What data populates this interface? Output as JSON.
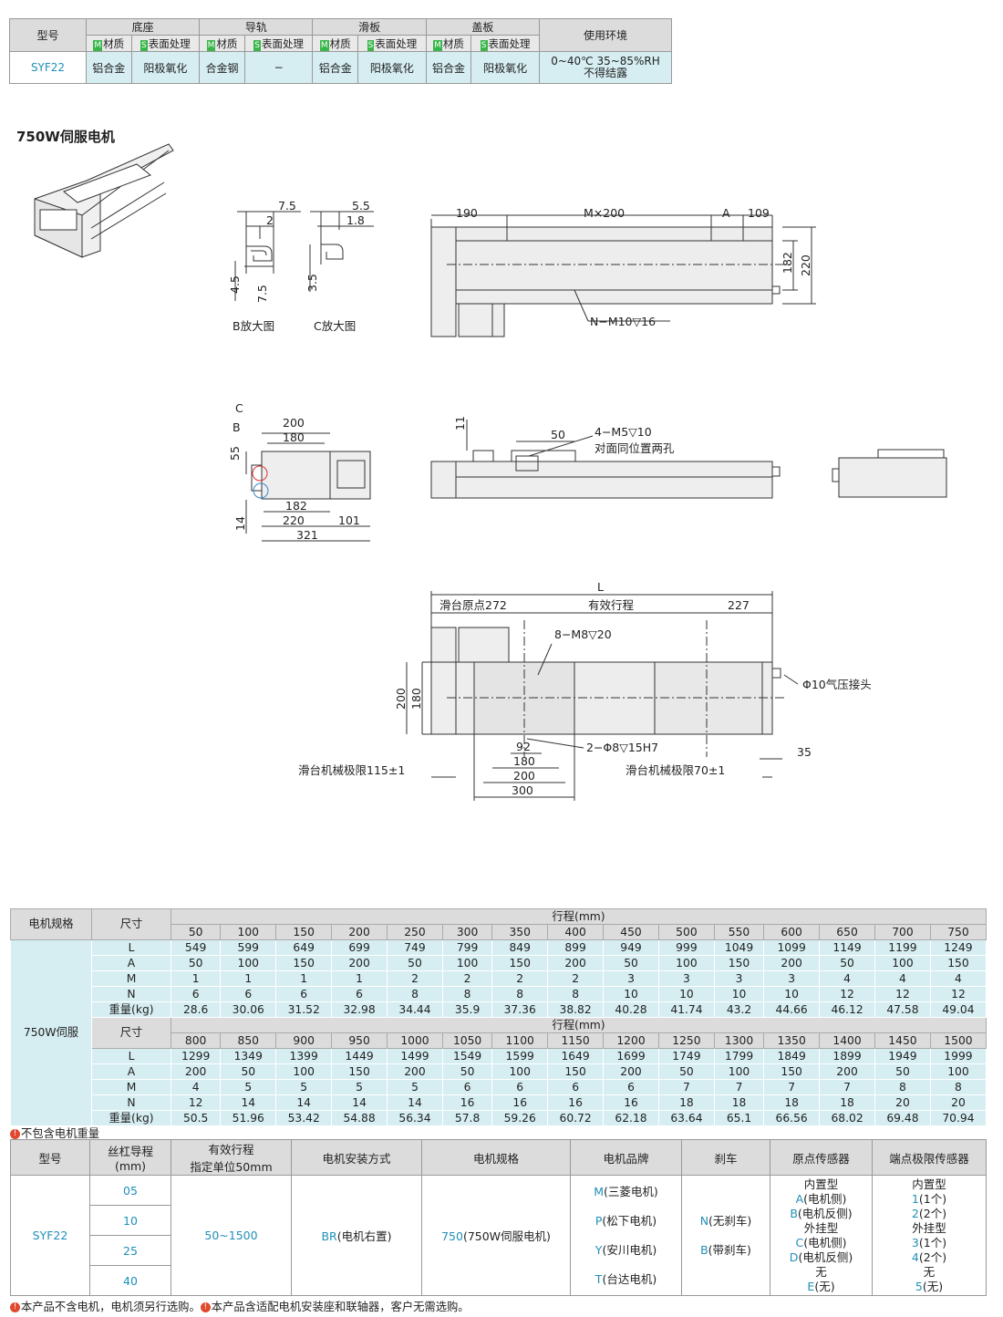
{
  "spec_table": {
    "headers": {
      "model": "型号",
      "base": "底座",
      "rail": "导轨",
      "slider": "滑板",
      "cover": "盖板",
      "env": "使用环境"
    },
    "sub": {
      "m_tag": "M",
      "s_tag": "S",
      "material": "材质",
      "surface": "表面处理"
    },
    "row": {
      "model": "SYF22",
      "base_m": "铝合金",
      "base_s": "阳极氧化",
      "rail_m": "合金钢",
      "rail_s": "−",
      "slider_m": "铝合金",
      "slider_s": "阳极氧化",
      "cover_m": "铝合金",
      "cover_s": "阳极氧化",
      "env_1": "0~40℃  35~85%RH",
      "env_2": "不得结露"
    }
  },
  "section_title": "750W伺服电机",
  "drawing": {
    "b_detail": {
      "d1": "7.5",
      "d2": "2",
      "d3": "4.5",
      "d4": "7.5",
      "caption": "B放大图"
    },
    "c_detail": {
      "d1": "5.5",
      "d2": "1.8",
      "d3": "3.5",
      "caption": "C放大图"
    },
    "top_view": {
      "d190": "190",
      "m200": "M×200",
      "a": "A",
      "d109": "109",
      "d182": "182",
      "d220": "220",
      "hole": "N−M10▽16"
    },
    "end_view": {
      "c": "C",
      "b": "B",
      "d200": "200",
      "d180": "180",
      "d55": "55",
      "d14": "14",
      "d182": "182",
      "d220": "220",
      "d101": "101",
      "d321": "321"
    },
    "side_view": {
      "d11": "11",
      "d50": "50",
      "holes": "4−M5▽10",
      "holes_note": "对面同位置两孔"
    },
    "plan_view": {
      "L": "L",
      "origin": "滑台原点272",
      "stroke": "有效行程",
      "d227": "227",
      "m8": "8−M8▽20",
      "d200": "200",
      "d180": "180",
      "air": "Φ10气压接头",
      "pin": "2−Φ8▽15H7",
      "d92": "92",
      "d180b": "180",
      "d200b": "200",
      "d300": "300",
      "d35": "35",
      "limit_left": "滑台机械极限115±1",
      "limit_right": "滑台机械极限70±1"
    }
  },
  "dim_table": {
    "motor_header": "电机规格",
    "size_header": "尺寸",
    "stroke_header": "行程(mm)",
    "motor": "750W伺服",
    "block1": {
      "strokes": [
        "50",
        "100",
        "150",
        "200",
        "250",
        "300",
        "350",
        "400",
        "450",
        "500",
        "550",
        "600",
        "650",
        "700",
        "750"
      ],
      "rows": [
        {
          "label": "L",
          "values": [
            "549",
            "599",
            "649",
            "699",
            "749",
            "799",
            "849",
            "899",
            "949",
            "999",
            "1049",
            "1099",
            "1149",
            "1199",
            "1249"
          ]
        },
        {
          "label": "A",
          "values": [
            "50",
            "100",
            "150",
            "200",
            "50",
            "100",
            "150",
            "200",
            "50",
            "100",
            "150",
            "200",
            "50",
            "100",
            "150"
          ]
        },
        {
          "label": "M",
          "values": [
            "1",
            "1",
            "1",
            "1",
            "2",
            "2",
            "2",
            "2",
            "3",
            "3",
            "3",
            "3",
            "4",
            "4",
            "4"
          ]
        },
        {
          "label": "N",
          "values": [
            "6",
            "6",
            "6",
            "6",
            "8",
            "8",
            "8",
            "8",
            "10",
            "10",
            "10",
            "10",
            "12",
            "12",
            "12"
          ]
        },
        {
          "label": "重量(kg)",
          "values": [
            "28.6",
            "30.06",
            "31.52",
            "32.98",
            "34.44",
            "35.9",
            "37.36",
            "38.82",
            "40.28",
            "41.74",
            "43.2",
            "44.66",
            "46.12",
            "47.58",
            "49.04"
          ]
        }
      ]
    },
    "block2": {
      "strokes": [
        "800",
        "850",
        "900",
        "950",
        "1000",
        "1050",
        "1100",
        "1150",
        "1200",
        "1250",
        "1300",
        "1350",
        "1400",
        "1450",
        "1500"
      ],
      "rows": [
        {
          "label": "L",
          "values": [
            "1299",
            "1349",
            "1399",
            "1449",
            "1499",
            "1549",
            "1599",
            "1649",
            "1699",
            "1749",
            "1799",
            "1849",
            "1899",
            "1949",
            "1999"
          ]
        },
        {
          "label": "A",
          "values": [
            "200",
            "50",
            "100",
            "150",
            "200",
            "50",
            "100",
            "150",
            "200",
            "50",
            "100",
            "150",
            "200",
            "50",
            "100"
          ]
        },
        {
          "label": "M",
          "values": [
            "4",
            "5",
            "5",
            "5",
            "5",
            "6",
            "6",
            "6",
            "6",
            "7",
            "7",
            "7",
            "7",
            "8",
            "8"
          ]
        },
        {
          "label": "N",
          "values": [
            "12",
            "14",
            "14",
            "14",
            "14",
            "16",
            "16",
            "16",
            "16",
            "18",
            "18",
            "18",
            "18",
            "20",
            "20"
          ]
        },
        {
          "label": "重量(kg)",
          "values": [
            "50.5",
            "51.96",
            "53.42",
            "54.88",
            "56.34",
            "57.8",
            "59.26",
            "60.72",
            "62.18",
            "63.64",
            "65.1",
            "66.56",
            "68.02",
            "69.48",
            "70.94"
          ]
        }
      ]
    },
    "note": "不包含电机重量"
  },
  "order_table": {
    "headers": {
      "model": "型号",
      "lead": "丝杠导程",
      "lead_unit": "(mm)",
      "stroke": "有效行程",
      "stroke_unit": "指定单位50mm",
      "mount": "电机安装方式",
      "spec": "电机规格",
      "brand": "电机品牌",
      "brake": "刹车",
      "origin": "原点传感器",
      "limit": "端点极限传感器"
    },
    "model": "SYF22",
    "leads": [
      "05",
      "10",
      "25",
      "40"
    ],
    "stroke": "50~1500",
    "mount": {
      "code": "BR",
      "text": "(电机右置)"
    },
    "spec": {
      "code": "750",
      "text": "(750W伺服电机)"
    },
    "brands": [
      {
        "code": "M",
        "text": "(三菱电机)"
      },
      {
        "code": "P",
        "text": "(松下电机)"
      },
      {
        "code": "Y",
        "text": "(安川电机)"
      },
      {
        "code": "T",
        "text": "(台达电机)"
      }
    ],
    "brakes": [
      {
        "code": "N",
        "text": "(无刹车)"
      },
      {
        "code": "B",
        "text": "(带刹车)"
      }
    ],
    "origin": {
      "t1": "内置型",
      "a_code": "A",
      "a_text": "(电机侧)",
      "b_code": "B",
      "b_text": "(电机反侧)",
      "t2": "外挂型",
      "c_code": "C",
      "c_text": "(电机侧)",
      "d_code": "D",
      "d_text": "(电机反侧)",
      "t3": "无",
      "e_code": "E",
      "e_text": "(无)"
    },
    "limit": {
      "t1": "内置型",
      "c1": "1",
      "x1": "(1个)",
      "c2": "2",
      "x2": "(2个)",
      "t2": "外挂型",
      "c3": "3",
      "x3": "(1个)",
      "c4": "4",
      "x4": "(2个)",
      "t3": "无",
      "c5": "5",
      "x5": "(无)"
    }
  },
  "footer": {
    "n1": "本产品不含电机，电机须另行选购。",
    "n2": "本产品含适配电机安装座和联轴器，客户无需选购。"
  }
}
